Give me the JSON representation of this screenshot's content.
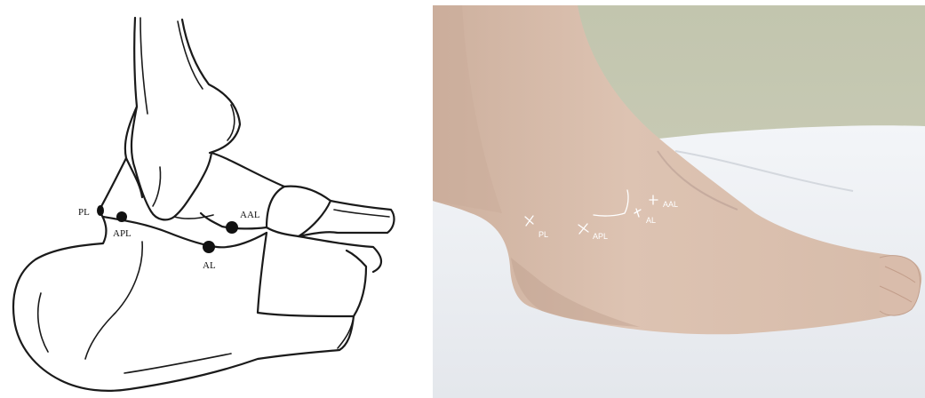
{
  "diagram": {
    "labels": {
      "pl": "PL",
      "apl": "APL",
      "al": "AL",
      "aal": "AAL"
    }
  },
  "photo": {
    "labels": {
      "pl": "PL",
      "apl": "APL",
      "al": "AL",
      "aal": "AAL"
    }
  },
  "colors": {
    "ink": "#1a1a1a",
    "photo_wall": "#c7c9b4",
    "photo_sheet": "#eef0f3",
    "skin": "#d9bfae",
    "marker": "#ffffff"
  }
}
